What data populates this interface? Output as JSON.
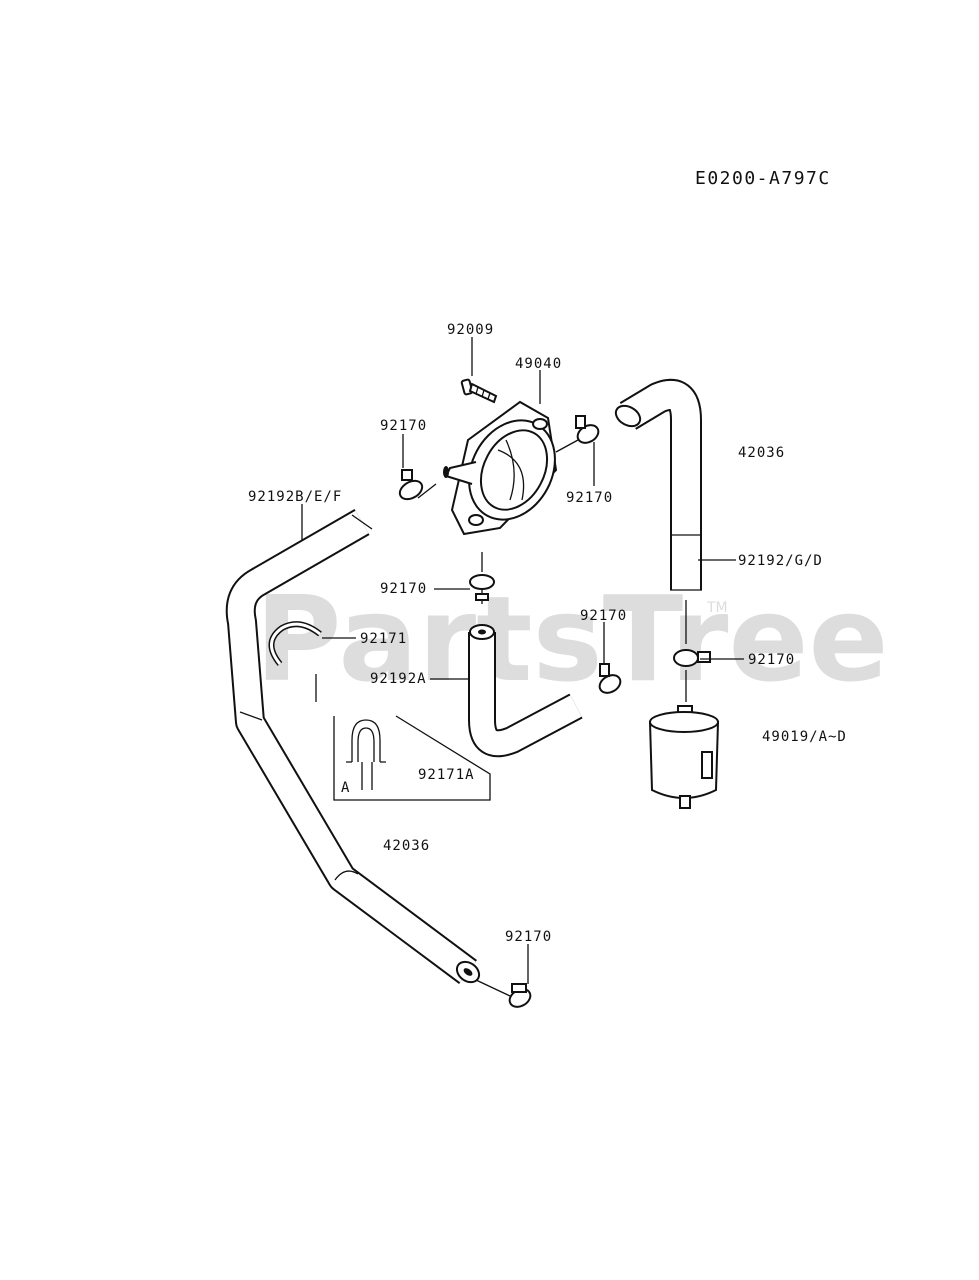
{
  "diagram_code": "E0200-A797C",
  "watermark": {
    "text": "PartsTree",
    "tm": "TM"
  },
  "callouts": {
    "screw": "92009",
    "fuel_pump": "49040",
    "clamp_pump_left": "92170",
    "clamp_pump_right": "92170",
    "clamp_pump_bottom": "92170",
    "clamp_short_hose": "92170",
    "clamp_filter": "92170",
    "clamp_bottom": "92170",
    "hose_long_label": "92192B/E/F",
    "clip": "92171",
    "clip_detail": "92171A",
    "detail_letter": "A",
    "short_hose": "92192A",
    "pipe_lower": "42036",
    "pipe_upper": "42036",
    "hose_right": "92192/G/D",
    "fuel_filter": "49019/A~D"
  }
}
